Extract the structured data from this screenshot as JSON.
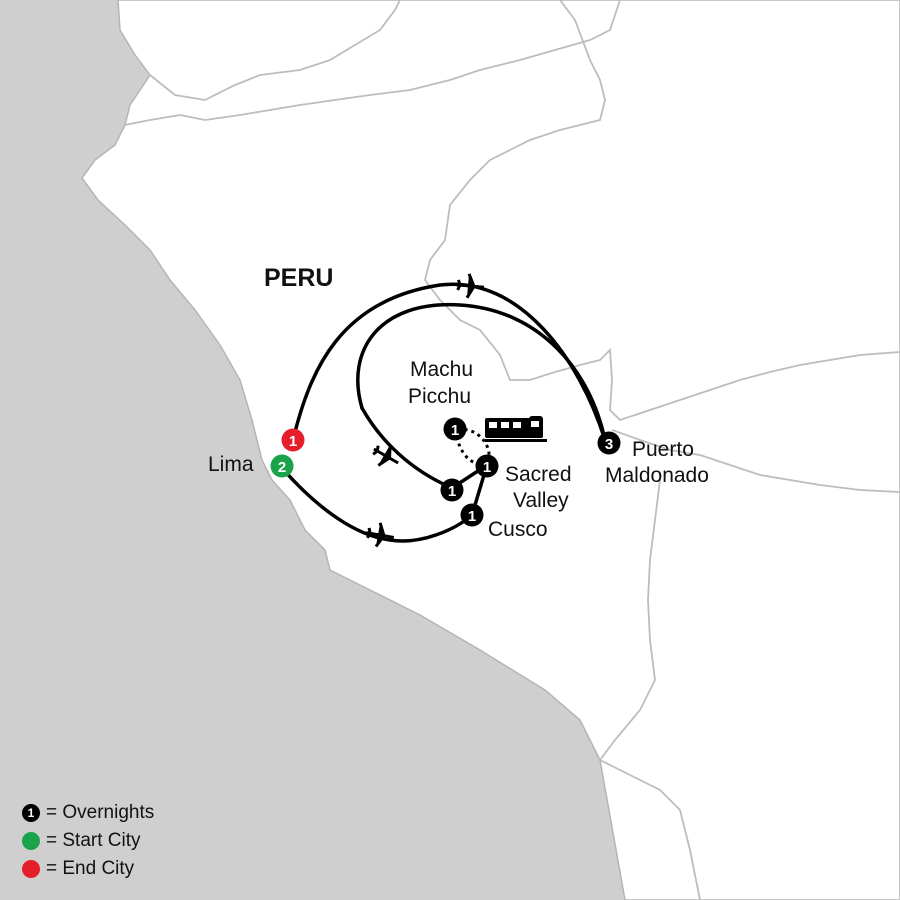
{
  "country_label": "PERU",
  "cities": {
    "lima": "Lima",
    "machu_picchu_line1": "Machu",
    "machu_picchu_line2": "Picchu",
    "sacred_valley_line1": "Sacred",
    "sacred_valley_line2": "Valley",
    "cusco": "Cusco",
    "puerto_maldonado_line1": "Puerto",
    "puerto_maldonado_line2": "Maldonado"
  },
  "badges": {
    "lima_end": "1",
    "lima_start": "2",
    "machu_picchu": "1",
    "sacred_valley": "1",
    "sacred_valley_2": "1",
    "cusco": "1",
    "puerto_maldonado": "3"
  },
  "legend": {
    "overnights_badge": "1",
    "overnights": "= Overnights",
    "start_city": "= Start City",
    "end_city": "= End City"
  },
  "colors": {
    "ocean": "#cfcfcf",
    "land": "#ffffff",
    "border": "#bdbdbd",
    "route": "#000000",
    "overnight": "#000000",
    "start": "#1aa34a",
    "end": "#e41f2b"
  }
}
